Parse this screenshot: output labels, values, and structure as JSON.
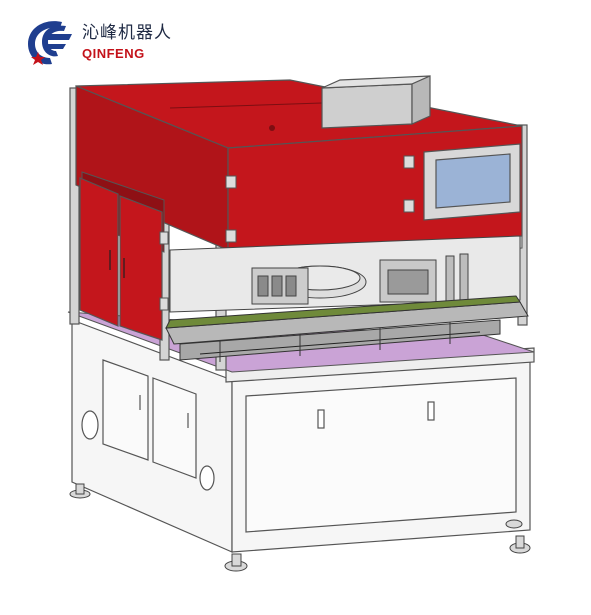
{
  "brand": {
    "name_cn": "沁峰机器人",
    "name_en": "QINFENG",
    "logo_icon": "qinfeng-logo-icon",
    "colors": {
      "primary": "#1f3e8f",
      "accent": "#c4121a"
    }
  },
  "machine": {
    "icon": "automated-assembly-machine",
    "colors": {
      "enclosure_red": "#c4161c",
      "enclosure_dark_red": "#8e1015",
      "base_white": "#f4f4f4",
      "table_purple": "#caa3d6",
      "frame_gray": "#c8c8c8",
      "control_box_gray": "#cfcfcf",
      "screen_blue": "#9bb3d6",
      "pcb_green": "#6f8a3a"
    }
  }
}
